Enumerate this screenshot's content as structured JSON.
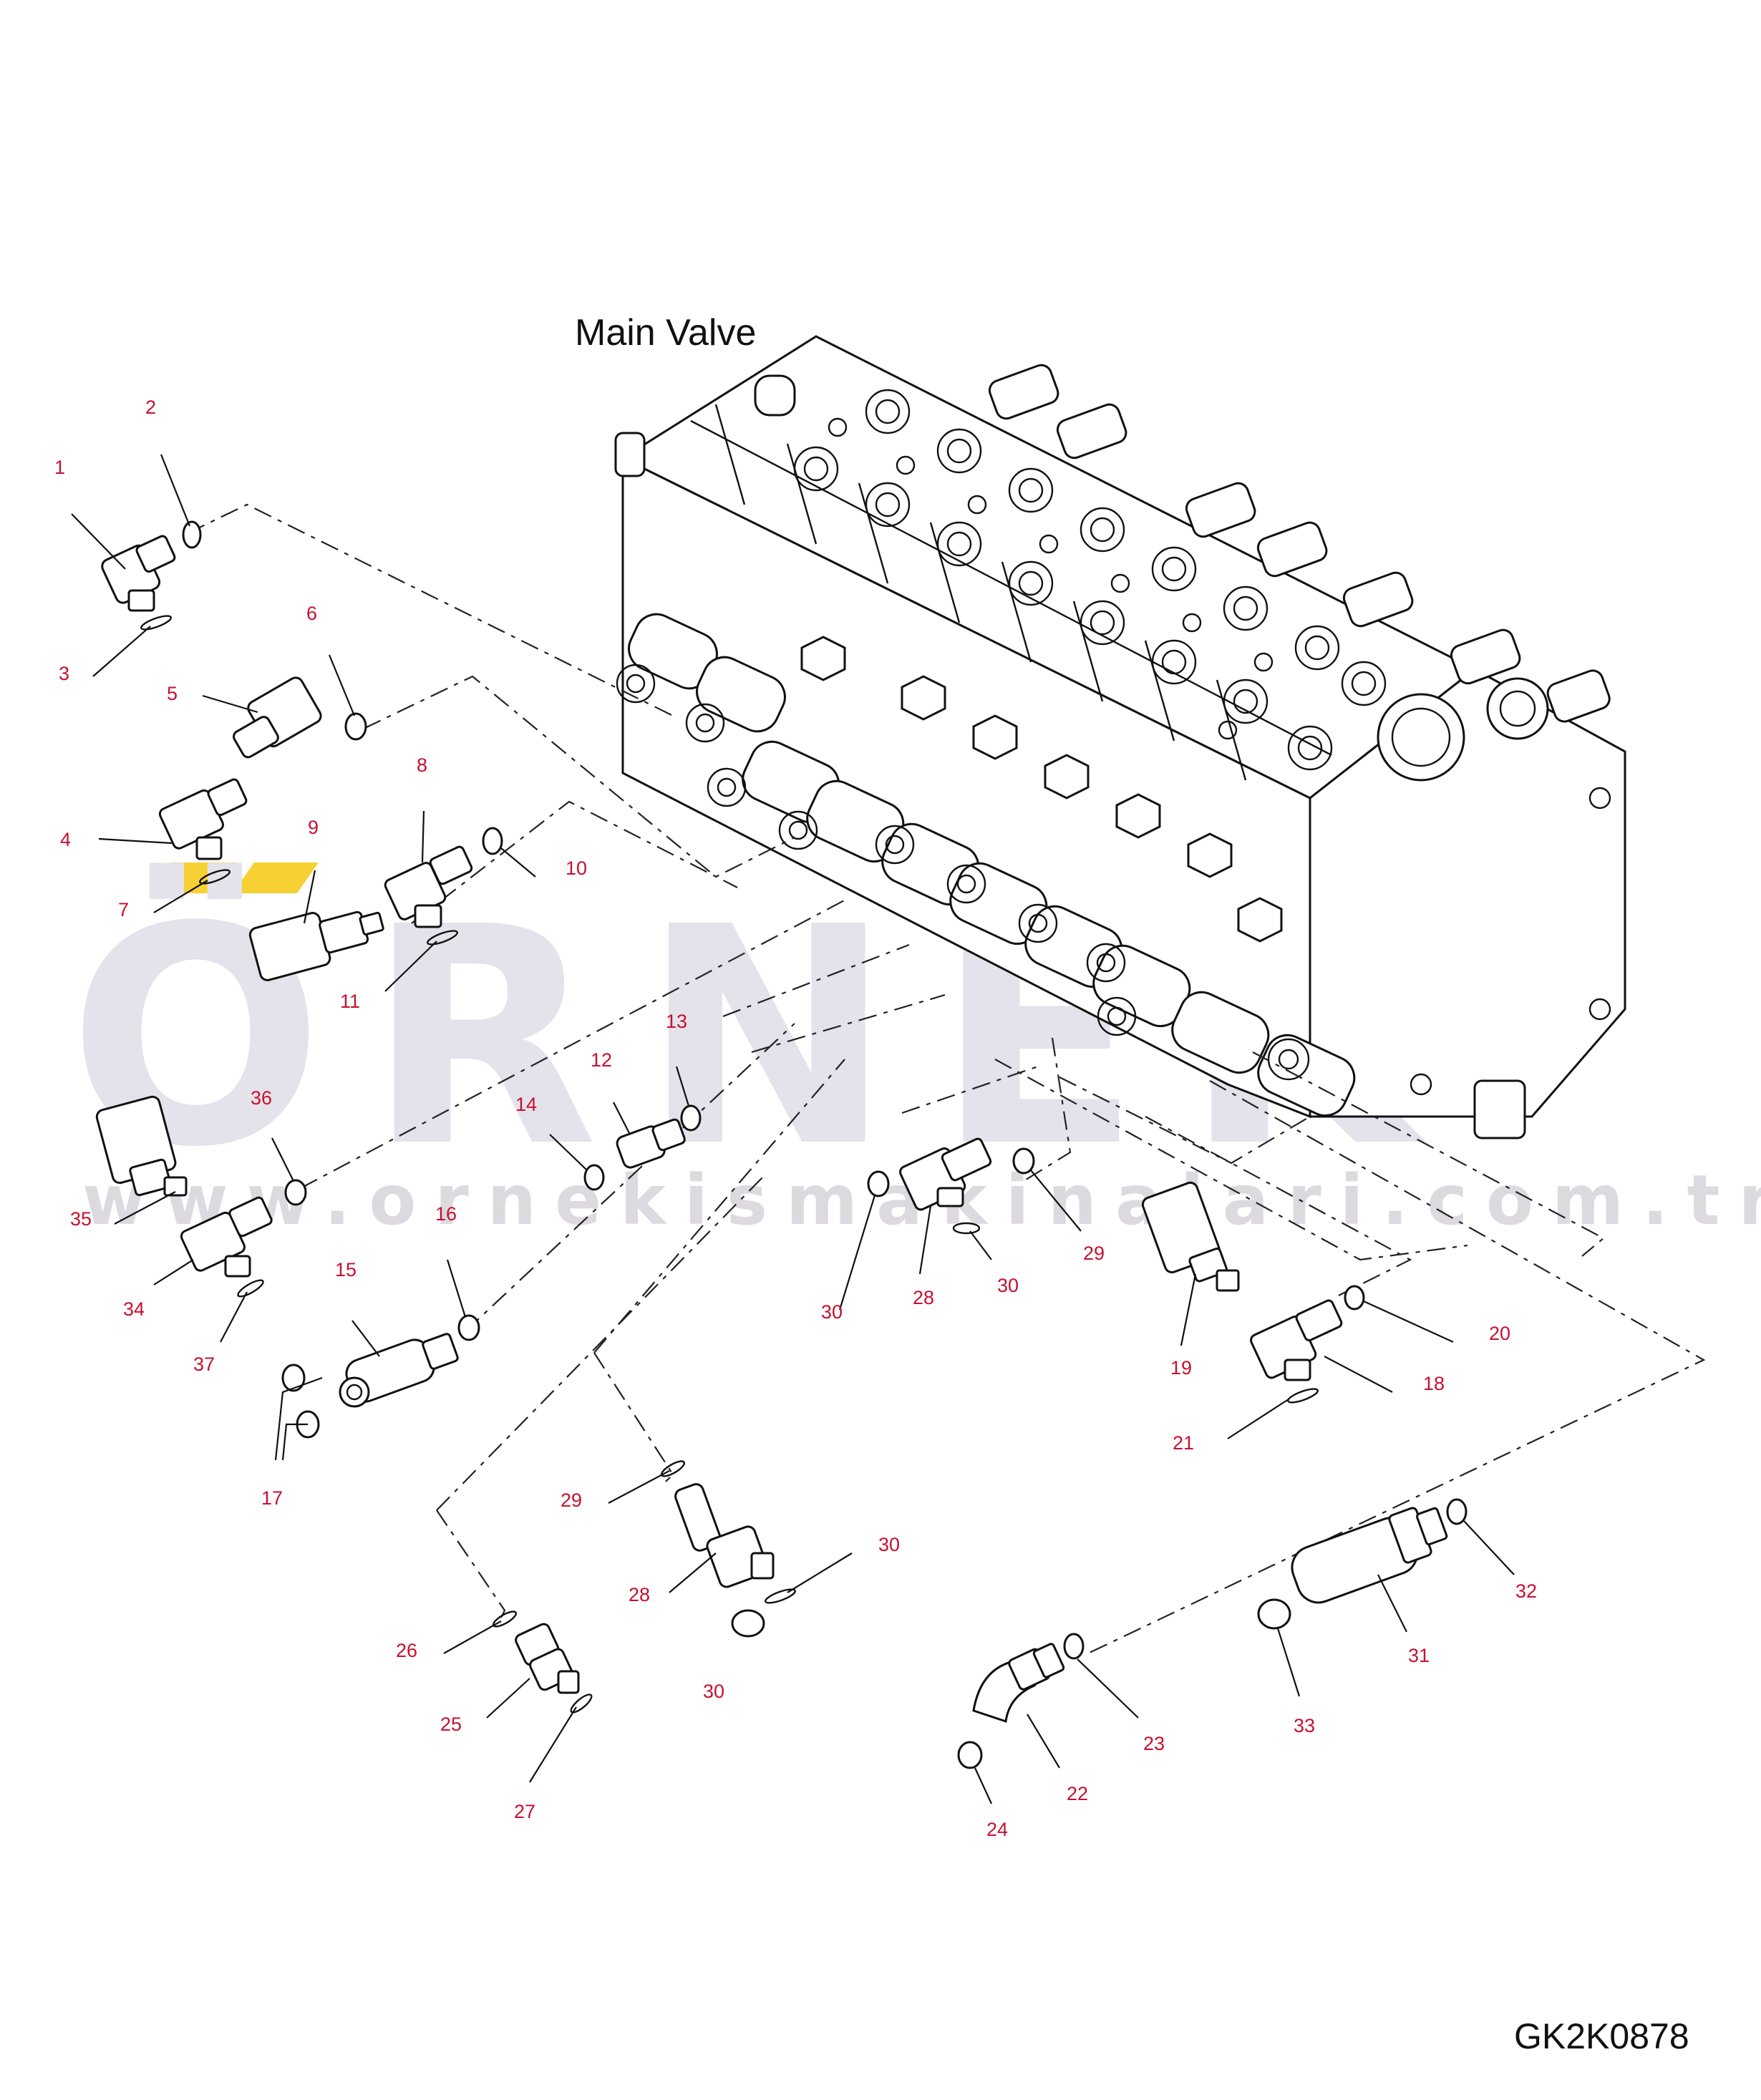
{
  "diagram": {
    "title": "Main Valve",
    "drawing_code": "GK2K0878",
    "watermark": {
      "logo_text": "ÖRNEK",
      "url": "www.ornekismakinalari.com.tr",
      "accent_color": "#f5c400"
    },
    "label_color": "#c8102e",
    "callouts": [
      "1",
      "2",
      "3",
      "4",
      "5",
      "6",
      "7",
      "8",
      "9",
      "10",
      "11",
      "12",
      "13",
      "14",
      "15",
      "16",
      "17",
      "18",
      "19",
      "20",
      "21",
      "22",
      "23",
      "24",
      "25",
      "26",
      "27",
      "28",
      "29",
      "30",
      "31",
      "32",
      "33",
      "34",
      "35",
      "36",
      "37"
    ]
  }
}
